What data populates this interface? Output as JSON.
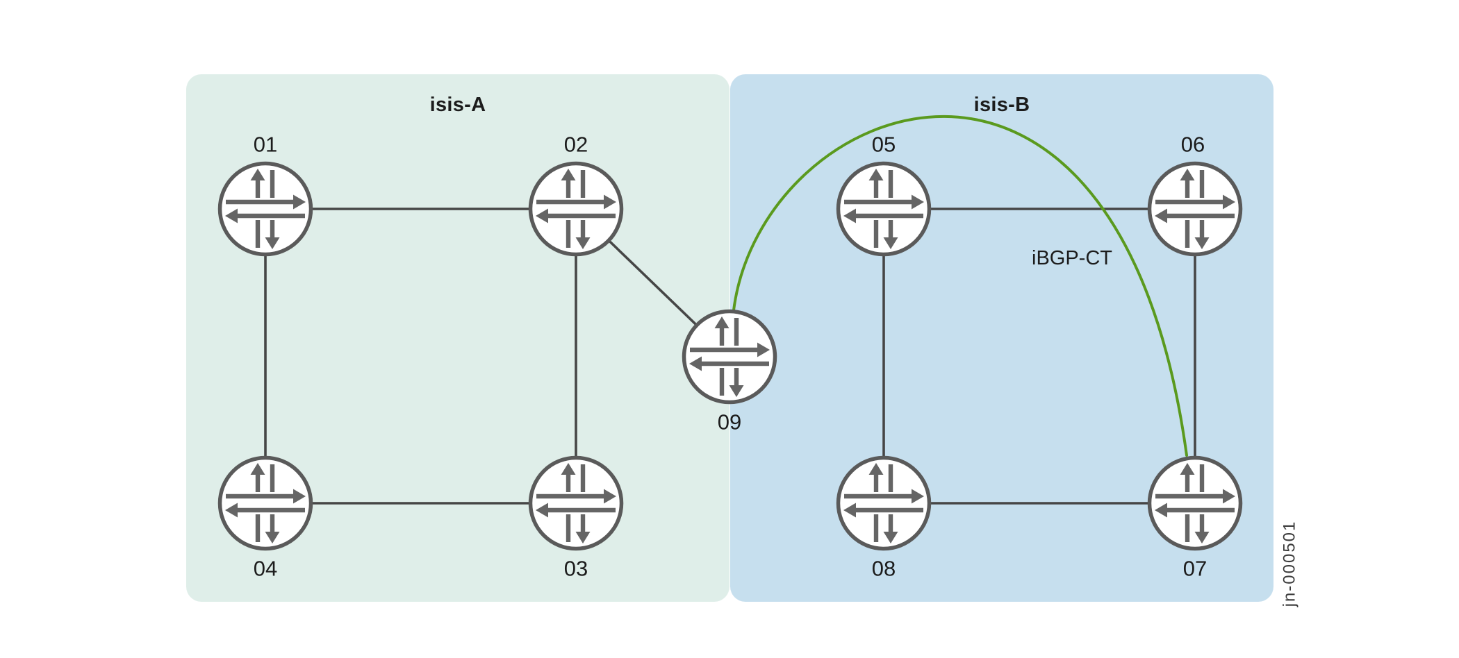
{
  "diagram": {
    "zones": [
      {
        "label": "isis-A",
        "bg_color": "#dfeee9"
      },
      {
        "label": "isis-B",
        "bg_color": "#c6dfee"
      }
    ],
    "nodes": [
      {
        "id": "01",
        "label": "01",
        "zone": "isis-A"
      },
      {
        "id": "02",
        "label": "02",
        "zone": "isis-A"
      },
      {
        "id": "03",
        "label": "03",
        "zone": "isis-A"
      },
      {
        "id": "04",
        "label": "04",
        "zone": "isis-A"
      },
      {
        "id": "05",
        "label": "05",
        "zone": "isis-B"
      },
      {
        "id": "06",
        "label": "06",
        "zone": "isis-B"
      },
      {
        "id": "07",
        "label": "07",
        "zone": "isis-B"
      },
      {
        "id": "08",
        "label": "08",
        "zone": "isis-B"
      },
      {
        "id": "09",
        "label": "09",
        "zone": "isis-A/isis-B boundary"
      }
    ],
    "links": [
      {
        "from": "01",
        "to": "02"
      },
      {
        "from": "01",
        "to": "04"
      },
      {
        "from": "02",
        "to": "03"
      },
      {
        "from": "04",
        "to": "03"
      },
      {
        "from": "02",
        "to": "09"
      },
      {
        "from": "05",
        "to": "06"
      },
      {
        "from": "05",
        "to": "08"
      },
      {
        "from": "06",
        "to": "07"
      },
      {
        "from": "08",
        "to": "07"
      }
    ],
    "overlay_link": {
      "label": "iBGP-CT",
      "from": "09",
      "to": "07",
      "color": "#5a9a1e"
    },
    "figure_number": "jn-000501",
    "colors": {
      "link": "#464646",
      "node_stroke": "#5a5a5a",
      "node_arrows": "#656565",
      "text": "#1c1c1c"
    }
  }
}
